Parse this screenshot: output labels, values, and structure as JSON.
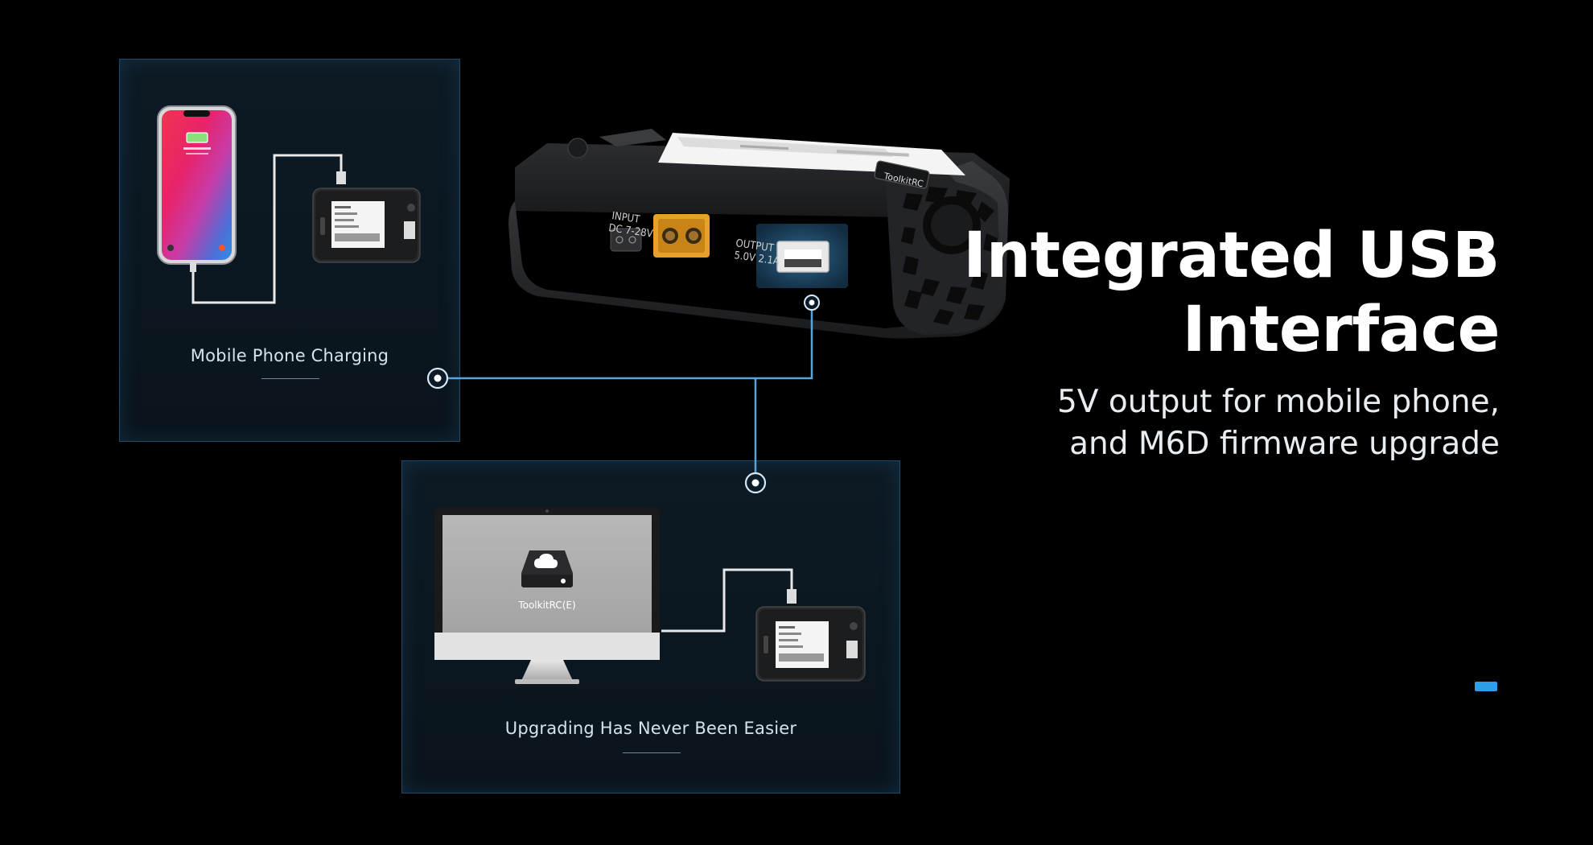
{
  "headline": {
    "line1": "Integrated USB",
    "line2": "Interface"
  },
  "subline": {
    "line1": "5V output for mobile phone,",
    "line2": "and M6D firmware upgrade"
  },
  "panels": {
    "phone": {
      "caption": "Mobile Phone Charging"
    },
    "upgrade": {
      "caption": "Upgrading Has Never Been Easier",
      "drive_label": "ToolkitRC(E)"
    }
  },
  "device": {
    "input_label_1": "INPUT",
    "input_label_2": "DC 7-28V",
    "output_label_1": "OUTPUT",
    "output_label_2": "5.0V 2.1A",
    "brand": "ToolkitRC"
  },
  "colors": {
    "background": "#000000",
    "panel_border": "#1f4a66",
    "connector_line": "#5aa3d6",
    "accent": "#2e9ee8",
    "xt60": "#e8a02a"
  },
  "icons": {
    "drive": "drive-cloud-icon",
    "node": "connector-node-icon"
  }
}
